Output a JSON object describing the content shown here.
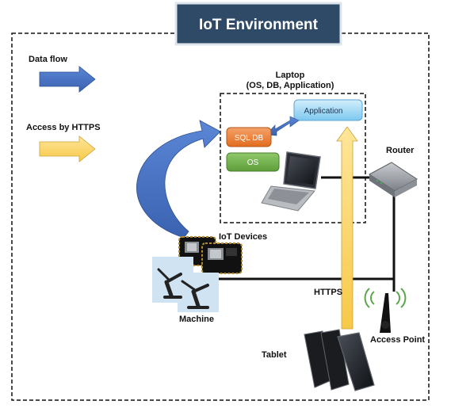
{
  "title": "IoT Environment",
  "legend": {
    "data_flow": "Data flow",
    "https": "Access by HTTPS"
  },
  "laptop": {
    "title_line1": "Laptop",
    "title_line2": "(OS, DB, Application)",
    "application": "Application",
    "sql_db": "SQL DB",
    "os": "OS"
  },
  "labels": {
    "router": "Router",
    "iot_devices": "IoT Devices",
    "machine": "Machine",
    "https": "HTTPS",
    "access_point": "Access Point",
    "tablet": "Tablet"
  },
  "colors": {
    "title_bg": "#2f4a66",
    "data_flow": "#4472c4",
    "https": "#ffd966",
    "sql_db": "#ed7d31",
    "os": "#70ad47",
    "application": "#9dd8f5"
  }
}
